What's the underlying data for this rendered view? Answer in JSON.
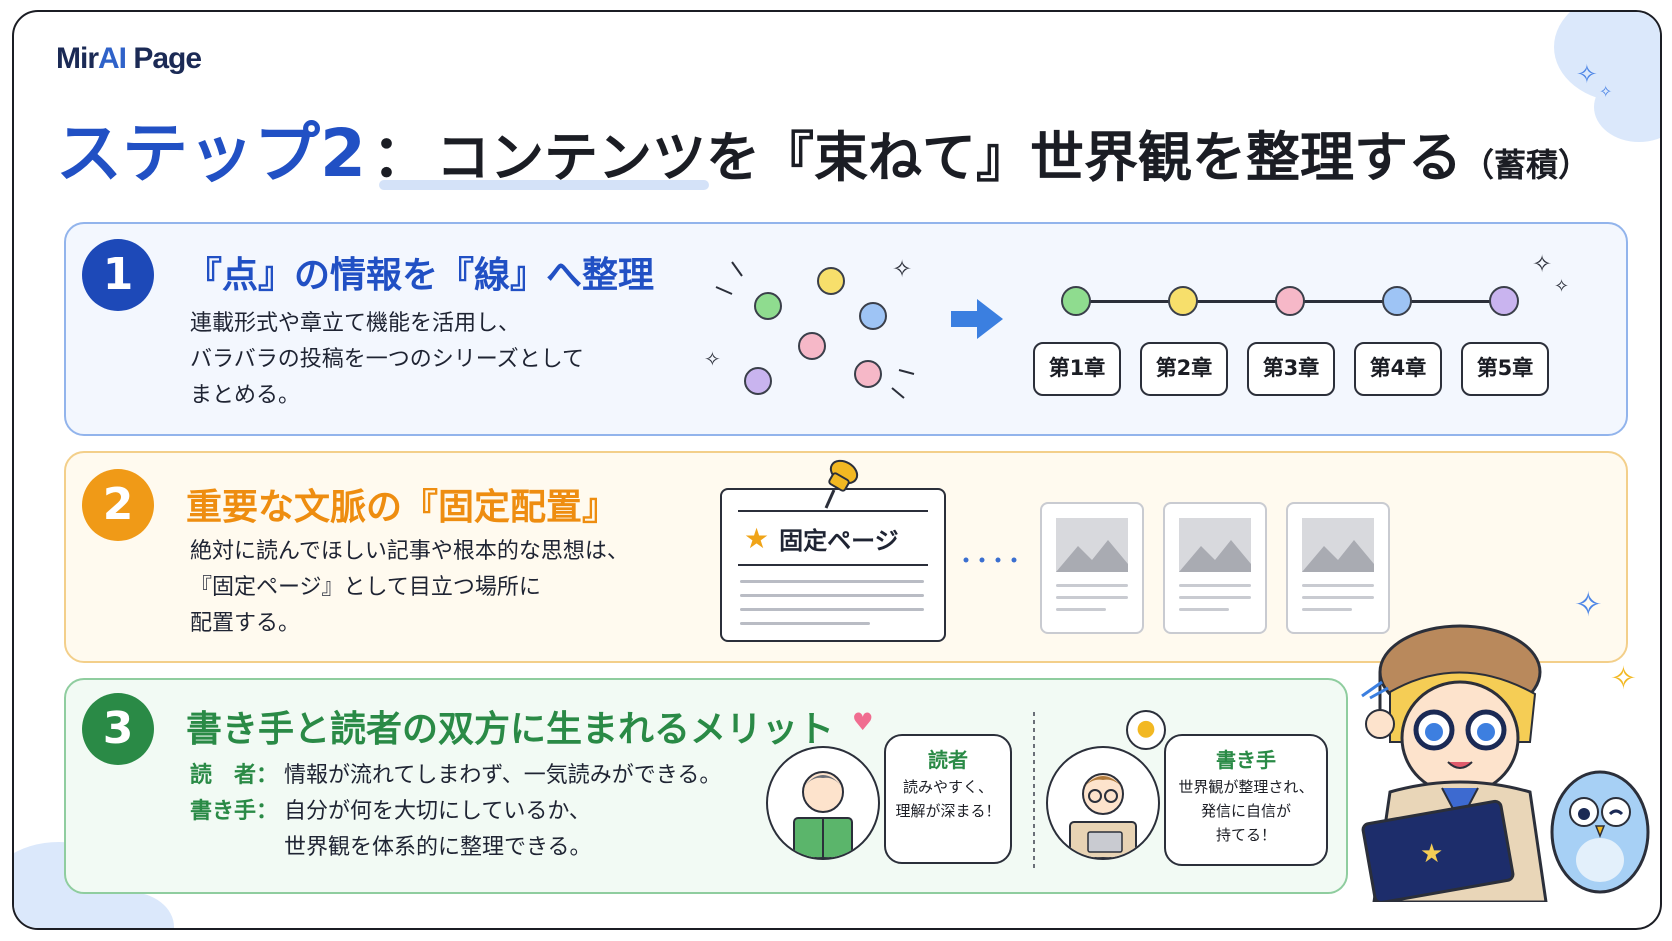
{
  "logo": "MirAI Page",
  "title": {
    "step": "ステップ2",
    "colon": "：",
    "main": "コンテンツを『束ねて』世界観を整理する",
    "sub": "（蓄積）"
  },
  "sections": [
    {
      "number": "1",
      "title": "『点』の情報を『線』へ整理",
      "lines": [
        "連載形式や章立て機能を活用し、",
        "バラバラの投稿を一つのシリーズとして",
        "まとめる。"
      ],
      "chapters": [
        "第1章",
        "第2章",
        "第3章",
        "第4章",
        "第5章"
      ]
    },
    {
      "number": "2",
      "title": "重要な文脈の『固定配置』",
      "lines": [
        "絶対に読んでほしい記事や根本的な思想は、",
        "『固定ページ』として目立つ場所に",
        "配置する。"
      ],
      "card_label": "固定ページ"
    },
    {
      "number": "3",
      "title": "書き手と読者の双方に生まれるメリット",
      "reader_label": "読　者：",
      "reader_text": "情報が流れてしまわず、一気読みができる。",
      "writer_label": "書き手：",
      "writer_text_1": "自分が何を大切にしているか、",
      "writer_text_2": "世界観を体系的に整理できる。",
      "reader_bubble": {
        "title": "読者",
        "lines": [
          "読みやすく、",
          "理解が深まる！"
        ]
      },
      "writer_bubble": {
        "title": "書き手",
        "lines": [
          "世界観が整理され、",
          "発信に自信が",
          "持てる！"
        ]
      }
    }
  ],
  "colors": {
    "blue": "#2150c4",
    "orange": "#ee8d10",
    "green": "#2a8a46",
    "dots": [
      "#8fdc8f",
      "#f7df6b",
      "#f6b8c8",
      "#9ec4f5",
      "#c9b4ef"
    ]
  },
  "icons": [
    "sparkle-icon",
    "arrow-right-icon",
    "pushpin-icon",
    "star-icon",
    "image-placeholder-icon",
    "heart-icon",
    "lightbulb-icon",
    "book-icon"
  ]
}
